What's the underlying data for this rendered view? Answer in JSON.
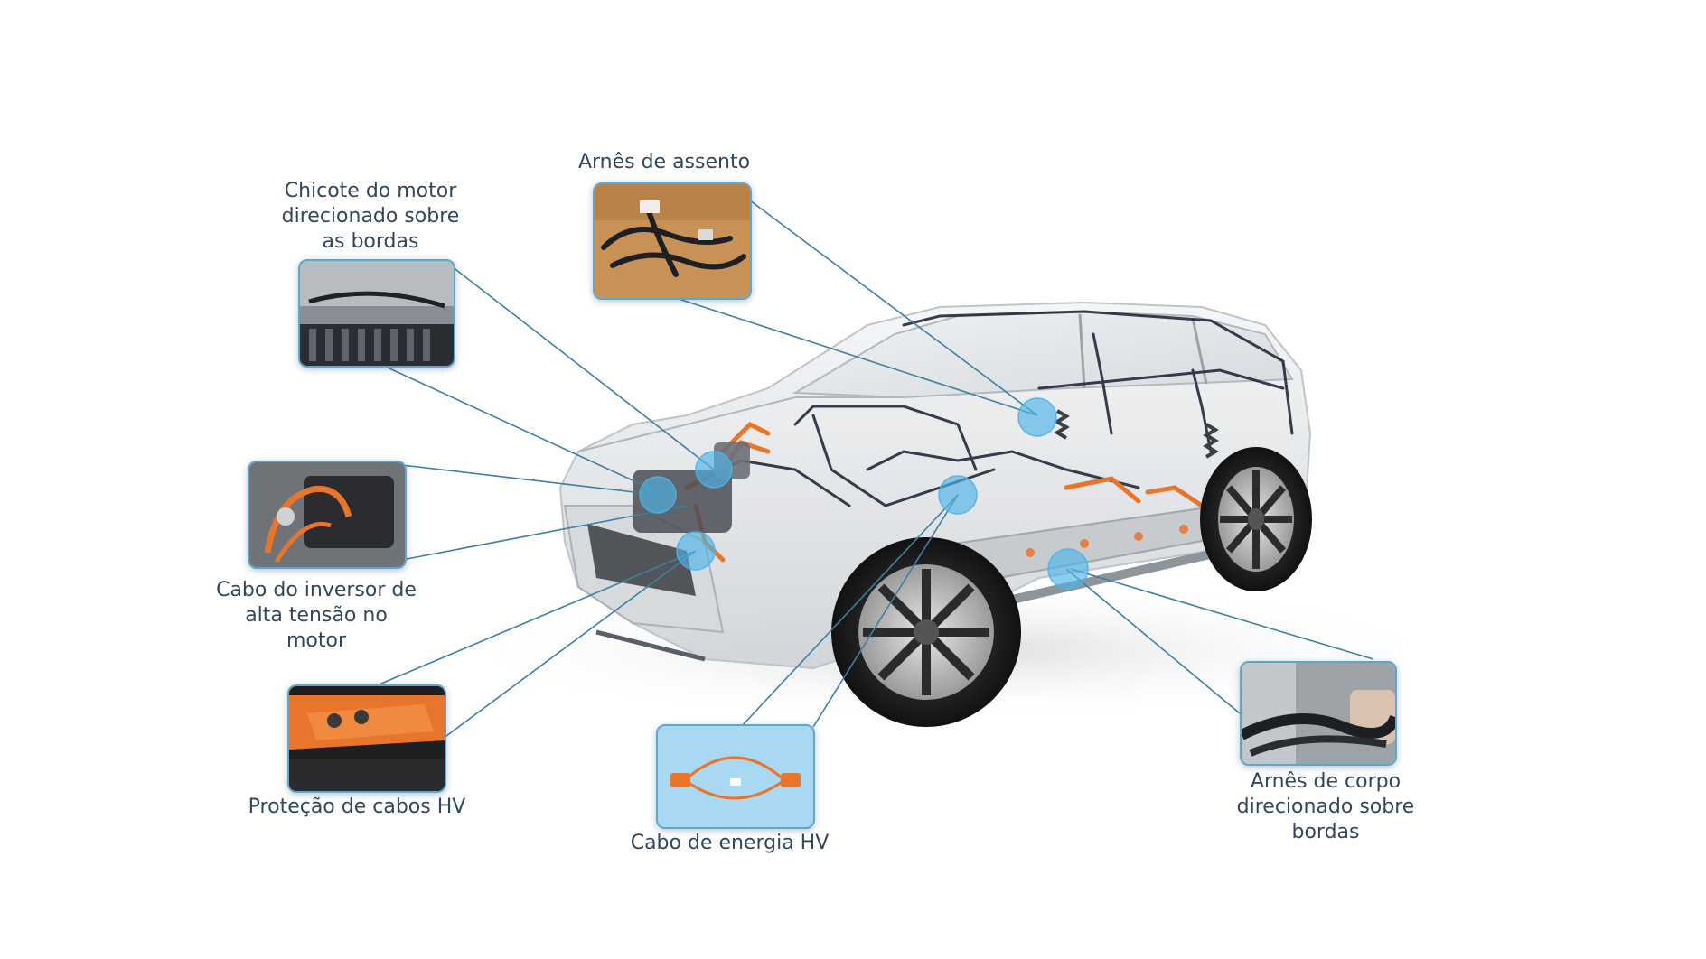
{
  "callouts": [
    {
      "id": "seat",
      "label": [
        "Arnês de assento"
      ]
    },
    {
      "id": "engine-harness",
      "label": [
        "Chicote do motor",
        "direcionado sobre",
        "as bordas"
      ]
    },
    {
      "id": "inverter-cable",
      "label": [
        "Cabo do inversor de",
        "alta tensão no",
        "motor"
      ]
    },
    {
      "id": "hv-protection",
      "label": [
        "Proteção de cabos HV"
      ]
    },
    {
      "id": "hv-power-cable",
      "label": [
        "Cabo de energia HV"
      ]
    },
    {
      "id": "body-harness",
      "label": [
        "Arnês de corpo",
        "direcionado sobre",
        "bordas"
      ]
    }
  ],
  "colors": {
    "leader_line": "#3f7f9f",
    "hotspot": "#4fb3e8",
    "cable_orange": "#e8752c",
    "label_text": "#33475b"
  },
  "icons": [
    "car-body-illustration",
    "wiring-harness",
    "hotspot-marker"
  ]
}
